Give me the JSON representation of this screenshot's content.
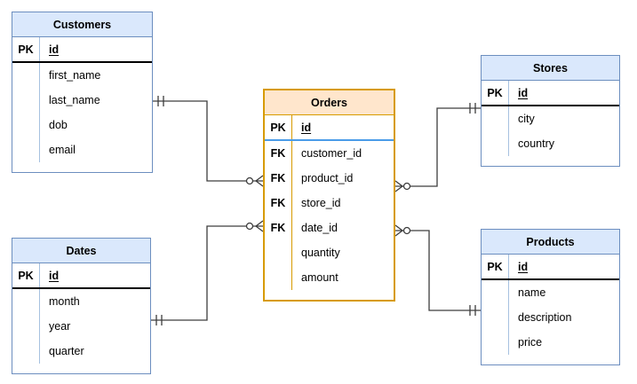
{
  "colors": {
    "blue_border": "#6c8ebf",
    "blue_header_fill": "#dae8fc",
    "blue_column_divider": "#a6c1e0",
    "orange_border": "#d79b00",
    "orange_header_fill": "#ffe6cc",
    "pk_separator_black": "#000000",
    "pk_separator_blue": "#4a9ce8",
    "connector_line": "#3d3d3d",
    "background": "#ffffff"
  },
  "diagram": {
    "tables": [
      {
        "title": "Customers",
        "accent": "blue",
        "rows": [
          {
            "key": "PK",
            "name": "id"
          },
          {
            "key": "",
            "name": "first_name"
          },
          {
            "key": "",
            "name": "last_name"
          },
          {
            "key": "",
            "name": "dob"
          },
          {
            "key": "",
            "name": "email"
          }
        ]
      },
      {
        "title": "Dates",
        "accent": "blue",
        "rows": [
          {
            "key": "PK",
            "name": "id"
          },
          {
            "key": "",
            "name": "month"
          },
          {
            "key": "",
            "name": "year"
          },
          {
            "key": "",
            "name": "quarter"
          }
        ]
      },
      {
        "title": "Orders",
        "accent": "orange",
        "rows": [
          {
            "key": "PK",
            "name": "id"
          },
          {
            "key": "FK",
            "name": "customer_id"
          },
          {
            "key": "FK",
            "name": "product_id"
          },
          {
            "key": "FK",
            "name": "store_id"
          },
          {
            "key": "FK",
            "name": "date_id"
          },
          {
            "key": "",
            "name": "quantity"
          },
          {
            "key": "",
            "name": "amount"
          }
        ]
      },
      {
        "title": "Stores",
        "accent": "blue",
        "rows": [
          {
            "key": "PK",
            "name": "id"
          },
          {
            "key": "",
            "name": "city"
          },
          {
            "key": "",
            "name": "country"
          }
        ]
      },
      {
        "title": "Products",
        "accent": "blue",
        "rows": [
          {
            "key": "PK",
            "name": "id"
          },
          {
            "key": "",
            "name": "name"
          },
          {
            "key": "",
            "name": "description"
          },
          {
            "key": "",
            "name": "price"
          }
        ]
      }
    ],
    "relationships": [
      {
        "from": "Customers",
        "to": "Orders",
        "from_cardinality": "exactly-one",
        "to_cardinality": "zero-or-many"
      },
      {
        "from": "Dates",
        "to": "Orders",
        "from_cardinality": "exactly-one",
        "to_cardinality": "zero-or-many"
      },
      {
        "from": "Stores",
        "to": "Orders",
        "from_cardinality": "exactly-one",
        "to_cardinality": "zero-or-many"
      },
      {
        "from": "Products",
        "to": "Orders",
        "from_cardinality": "exactly-one",
        "to_cardinality": "zero-or-many"
      }
    ]
  }
}
